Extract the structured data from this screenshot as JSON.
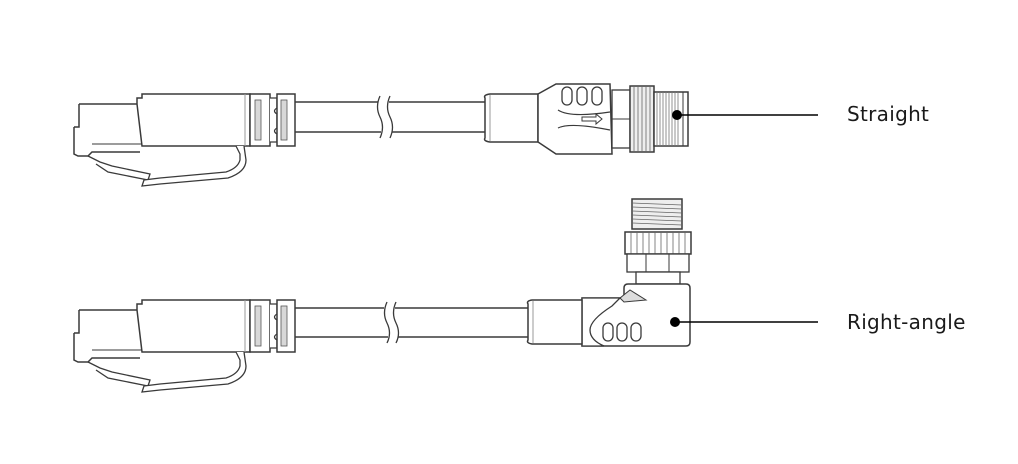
{
  "diagram": {
    "type": "product-illustration",
    "subject": "RJ45 to M12 cable assemblies",
    "callouts": [
      {
        "id": "straight",
        "label": "Straight",
        "connector": "M12 straight connector"
      },
      {
        "id": "right-angle",
        "label": "Right-angle",
        "connector": "M12 right-angle connector"
      }
    ],
    "colors": {
      "line": "#3a3a3a",
      "fill": "#ffffff",
      "shade": "#cfcfcf",
      "text": "#1a1a1a",
      "dot": "#000000"
    }
  }
}
